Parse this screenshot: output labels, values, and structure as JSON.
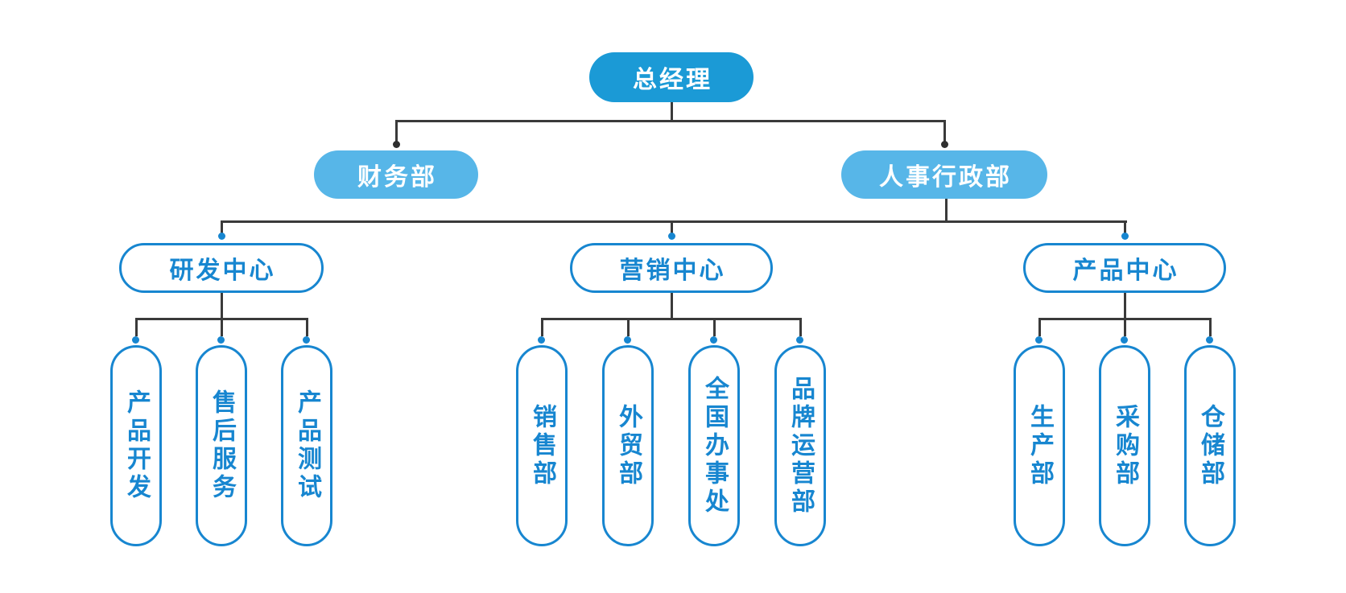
{
  "colors": {
    "primary": "#1b9ad6",
    "secondary": "#57b6e8",
    "accent": "#1786d0",
    "line": "#3a3a3a",
    "bg": "#ffffff"
  },
  "org": {
    "root": {
      "label": "总经理"
    },
    "level2": [
      {
        "label": "财务部"
      },
      {
        "label": "人事行政部"
      }
    ],
    "centers": [
      {
        "label": "研发中心",
        "children": [
          {
            "label": "产品开发"
          },
          {
            "label": "售后服务"
          },
          {
            "label": "产品测试"
          }
        ]
      },
      {
        "label": "营销中心",
        "children": [
          {
            "label": "销售部"
          },
          {
            "label": "外贸部"
          },
          {
            "label": "全国办事处"
          },
          {
            "label": "品牌运营部"
          }
        ]
      },
      {
        "label": "产品中心",
        "children": [
          {
            "label": "生产部"
          },
          {
            "label": "采购部"
          },
          {
            "label": "仓储部"
          }
        ]
      }
    ]
  }
}
